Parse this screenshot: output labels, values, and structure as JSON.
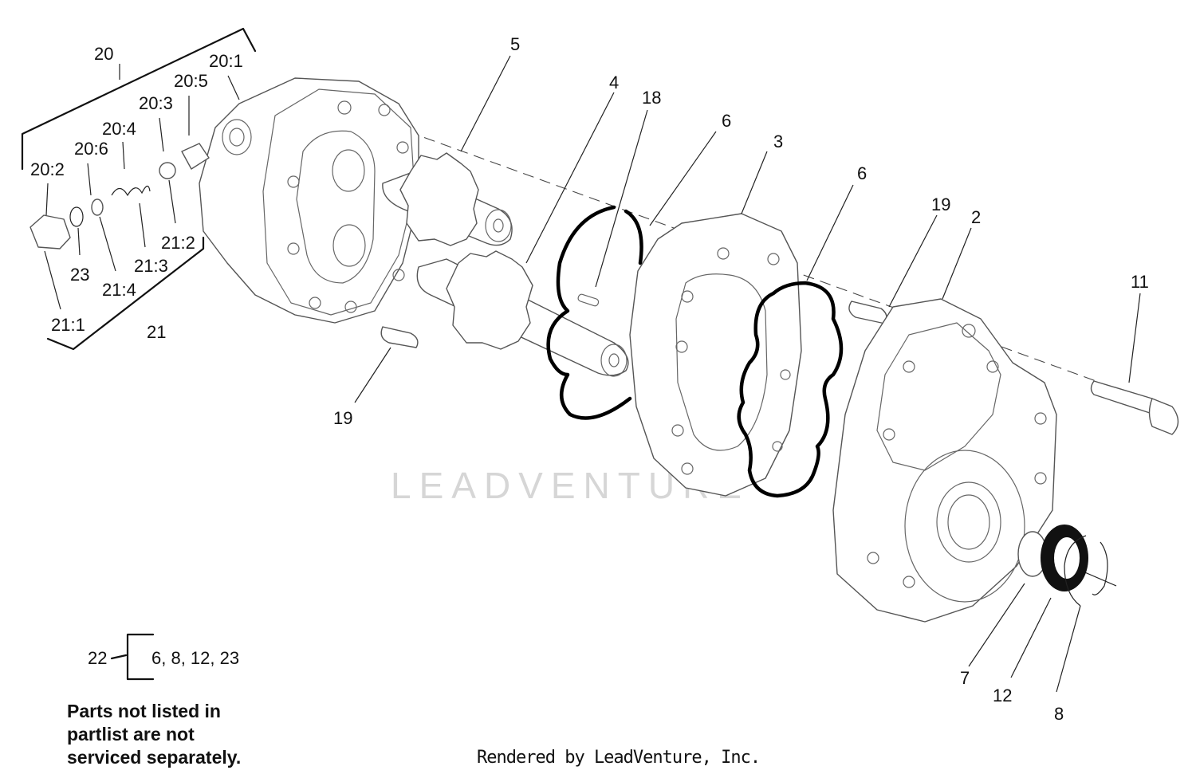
{
  "callouts": {
    "c20": "20",
    "c20_1": "20:1",
    "c20_5": "20:5",
    "c20_3": "20:3",
    "c20_4": "20:4",
    "c20_6": "20:6",
    "c20_2": "20:2",
    "c23": "23",
    "c21_4": "21:4",
    "c21_3": "21:3",
    "c21_2": "21:2",
    "c21_1": "21:1",
    "c21": "21",
    "c5": "5",
    "c4": "4",
    "c18": "18",
    "c6a": "6",
    "c3": "3",
    "c6b": "6",
    "c19a": "19",
    "c2": "2",
    "c11": "11",
    "c19b": "19",
    "c7": "7",
    "c12": "12",
    "c8": "8"
  },
  "kit": {
    "number": "22",
    "contents": "6, 8, 12, 23"
  },
  "note_lines": [
    "Parts not listed in",
    "partlist are not",
    "serviced separately."
  ],
  "watermark": "LEADVENTURE",
  "footer": "Rendered by LeadVenture, Inc."
}
